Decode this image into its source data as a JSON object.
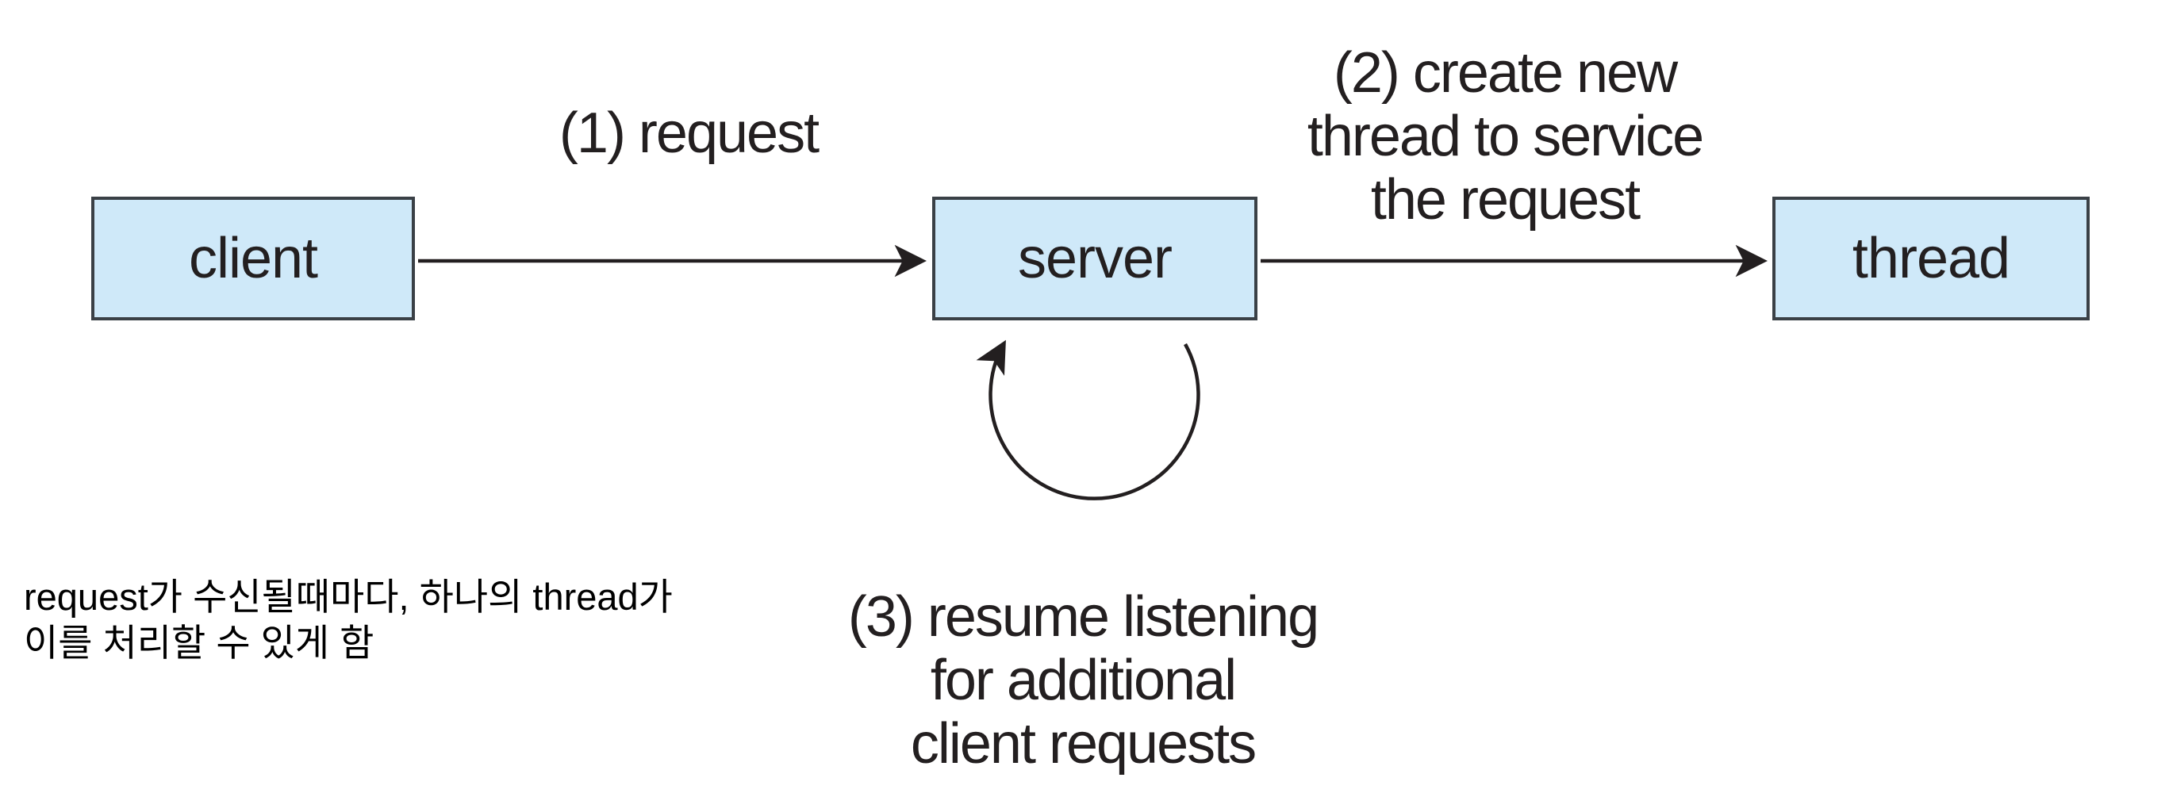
{
  "figure": {
    "boxes": [
      {
        "id": "client",
        "label": "client"
      },
      {
        "id": "server",
        "label": "server"
      },
      {
        "id": "thread",
        "label": "thread"
      }
    ],
    "annotations": {
      "step1": {
        "lines": [
          "(1) request"
        ]
      },
      "step2": {
        "lines": [
          "(2) create new",
          "thread to service",
          "the request"
        ]
      },
      "step3": {
        "lines": [
          "(3) resume listening",
          "for additional",
          "client requests"
        ]
      }
    },
    "note": {
      "lines": [
        "request가 수신될때마다, 하나의 thread가",
        "이를 처리할 수 있게 함"
      ]
    },
    "arrows": [
      {
        "name": "request-arrow",
        "from": "client",
        "to": "server"
      },
      {
        "name": "create-thread-arrow",
        "from": "server",
        "to": "thread"
      },
      {
        "name": "resume-loop-arrow",
        "from": "server",
        "to": "server"
      }
    ],
    "colors": {
      "box_fill": "#cfe9f9",
      "box_border": "#3a4046",
      "text": "#231f20",
      "arrow": "#231f20",
      "background": "#ffffff"
    }
  }
}
